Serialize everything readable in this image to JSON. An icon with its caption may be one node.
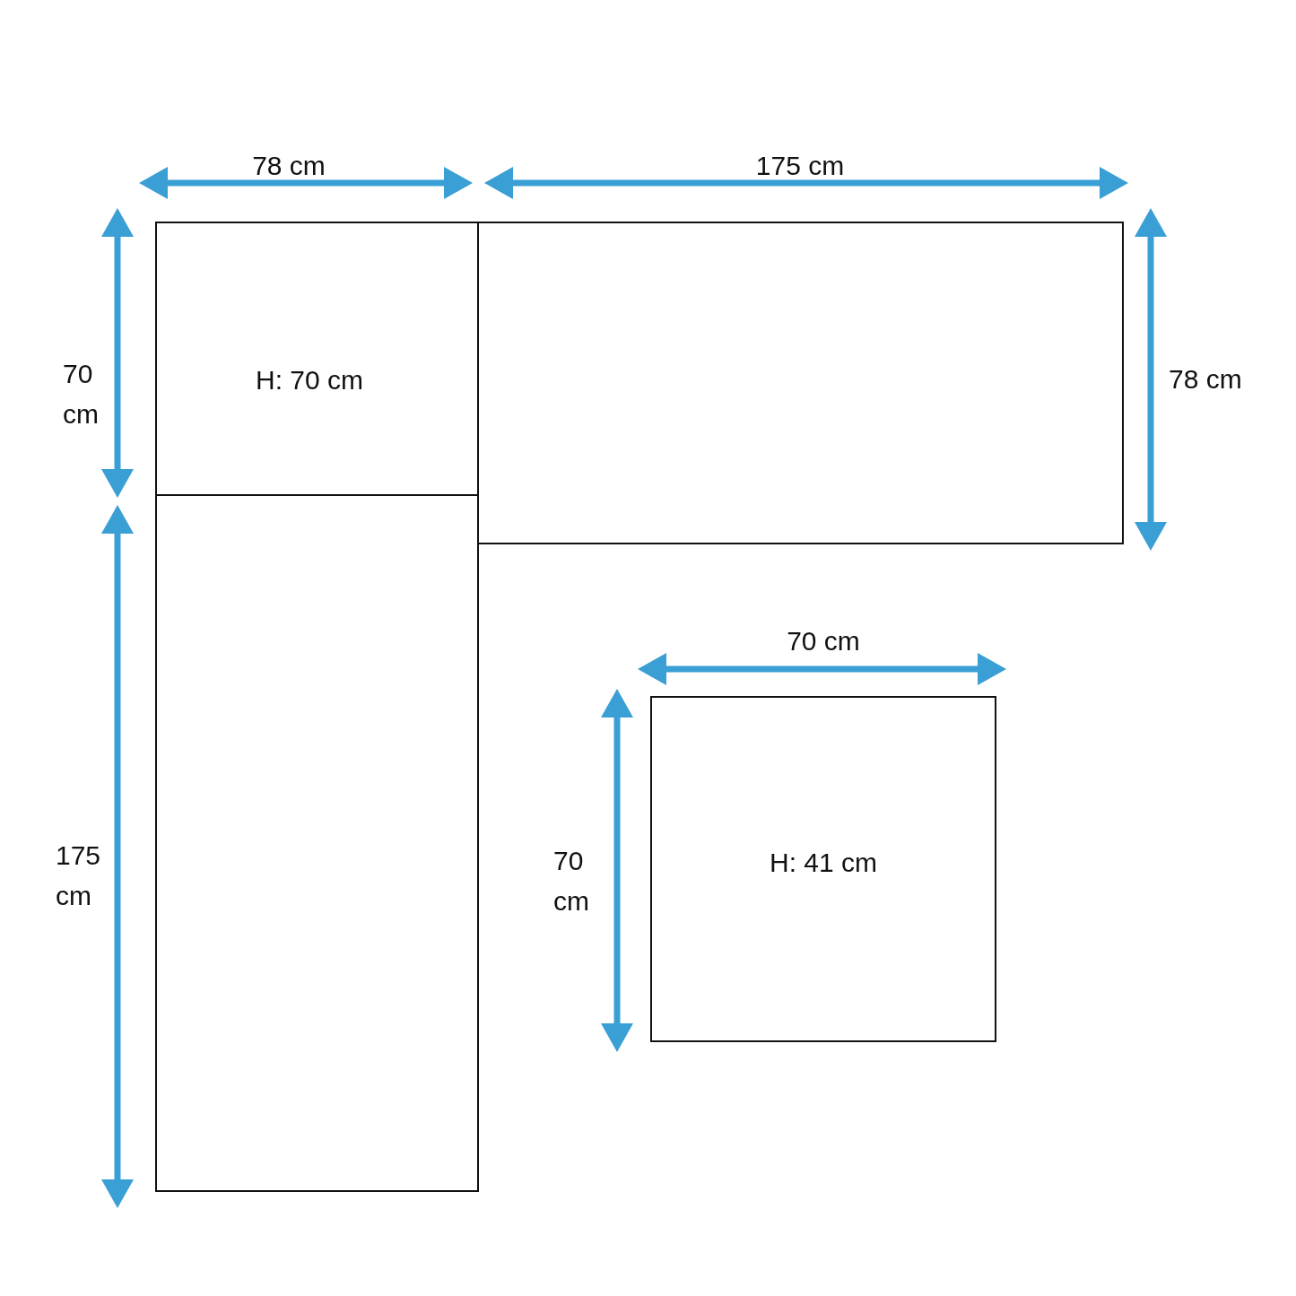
{
  "diagram": {
    "nodes": [
      {
        "text": [
          "H: 70 cm"
        ]
      },
      {
        "text": [],
        "shape": "box"
      },
      {
        "text": [],
        "shape": "box"
      },
      {
        "text": [
          "H: 41 cm"
        ]
      }
    ],
    "labels": [
      "78 cm",
      "175 cm",
      "70 cm",
      "78 cm",
      "70 cm",
      "175 cm",
      "70 cm"
    ]
  }
}
